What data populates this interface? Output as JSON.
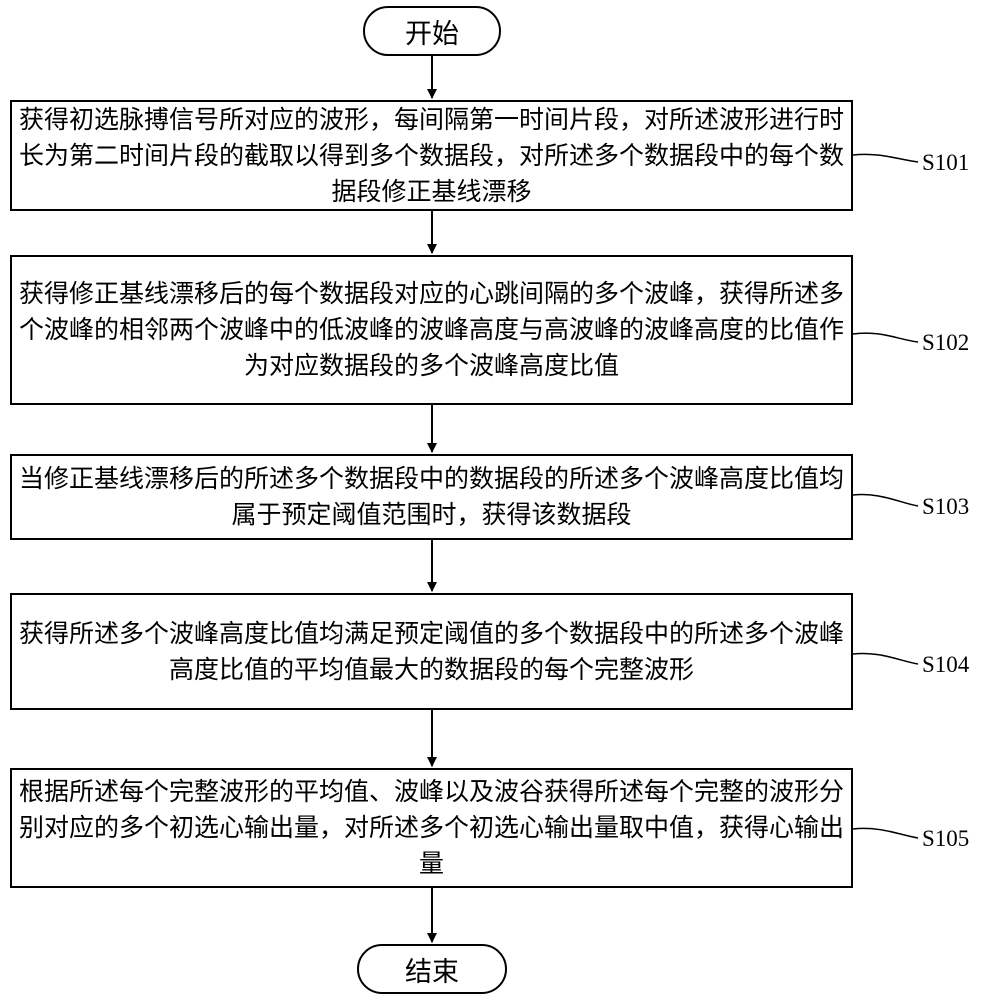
{
  "start": "开始",
  "end": "结束",
  "steps": [
    {
      "id": "S101",
      "text": "获得初选脉搏信号所对应的波形，每间隔第一时间片段，对所述波形进行时长为第二时间片段的截取以得到多个数据段，对所述多个数据段中的每个数据段修正基线漂移"
    },
    {
      "id": "S102",
      "text": "获得修正基线漂移后的每个数据段对应的心跳间隔的多个波峰，获得所述多个波峰的相邻两个波峰中的低波峰的波峰高度与高波峰的波峰高度的比值作为对应数据段的多个波峰高度比值"
    },
    {
      "id": "S103",
      "text": "当修正基线漂移后的所述多个数据段中的数据段的所述多个波峰高度比值均属于预定阈值范围时，获得该数据段"
    },
    {
      "id": "S104",
      "text": "获得所述多个波峰高度比值均满足预定阈值的多个数据段中的所述多个波峰高度比值的平均值最大的数据段的每个完整波形"
    },
    {
      "id": "S105",
      "text": "根据所述每个完整波形的平均值、波峰以及波谷获得所述每个完整的波形分别对应的多个初选心输出量，对所述多个初选心输出量取中值，获得心输出量"
    }
  ]
}
